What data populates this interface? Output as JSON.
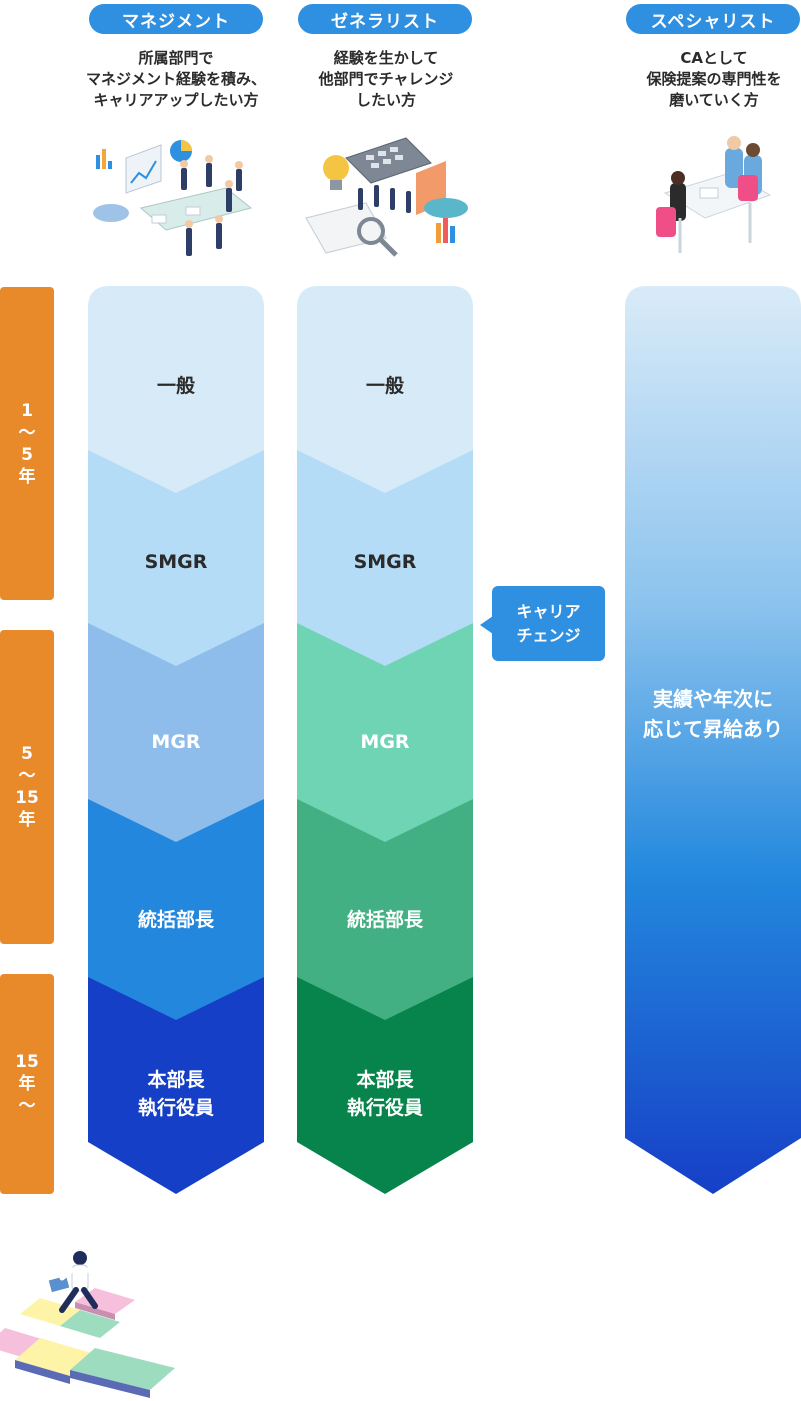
{
  "tracks": [
    {
      "key": "management",
      "title": "マネジメント",
      "desc": [
        "所属部門で",
        "マネジメント経験を積み、",
        "キャリアアップしたい方"
      ],
      "stages": [
        "一般",
        "SMGR",
        "MGR",
        "統括部長",
        "本部長",
        "執行役員"
      ]
    },
    {
      "key": "generalist",
      "title": "ゼネラリスト",
      "desc": [
        "経験を生かして",
        "他部門でチャレンジ",
        "したい方"
      ],
      "stages": [
        "一般",
        "SMGR",
        "MGR",
        "統括部長",
        "本部長",
        "執行役員"
      ]
    },
    {
      "key": "specialist",
      "title": "スペシャリスト",
      "desc": [
        "CAとして",
        "保険提案の専門性を",
        "磨いていく方"
      ],
      "body": [
        "実績や年次に",
        "応じて昇給あり"
      ]
    }
  ],
  "eras": [
    [
      "1",
      "〜",
      "5",
      "年"
    ],
    [
      "5",
      "〜",
      "15",
      "年"
    ],
    [
      "15",
      "年",
      "〜"
    ]
  ],
  "callout": [
    "キャリア",
    "チェンジ"
  ],
  "colors": {
    "accent": "#2f8fe0",
    "era": "#e8892a",
    "management": [
      "#d6eaf8",
      "#b4dcf7",
      "#8ebdeb",
      "#2388dd",
      "#163fc7"
    ],
    "generalist": [
      "#d6eaf8",
      "#b4dcf7",
      "#6fd4b3",
      "#42b083",
      "#07844c"
    ]
  }
}
